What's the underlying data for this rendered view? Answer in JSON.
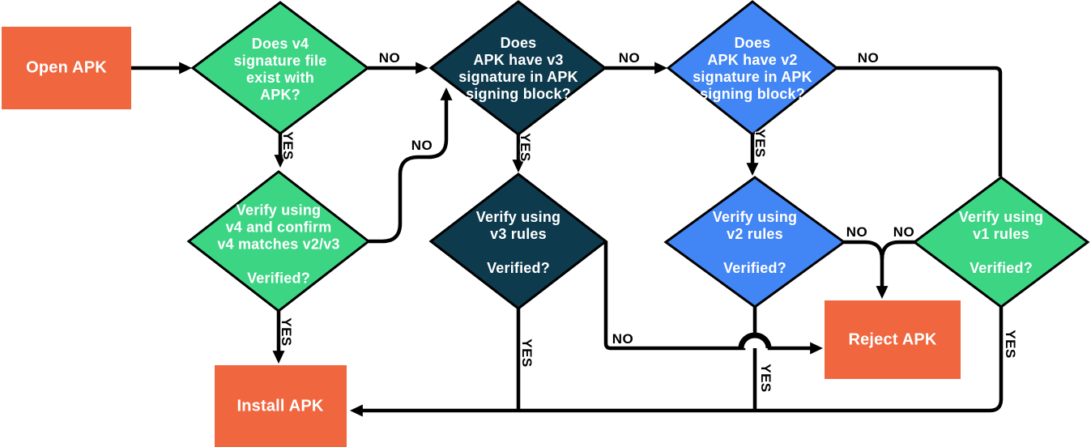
{
  "palette": {
    "process_fill": "#F0663E",
    "decision_green": "#3CD584",
    "decision_navy": "#0D3A4D",
    "decision_blue": "#4285F4",
    "connector": "#000000",
    "node_text": "#FFFFFF",
    "edge_label_text": "#000000",
    "background": "#FFFFFF"
  },
  "nodes": {
    "open_apk": {
      "label": "Open APK"
    },
    "v4_file": {
      "question": "Does v4\nsignature file\nexist with\nAPK?"
    },
    "v3_block": {
      "question": "Does\nAPK have v3\nsignature in APK\nsigning block?"
    },
    "v2_block": {
      "question": "Does\nAPK have v2\nsignature in APK\nsigning block?"
    },
    "verify_v4": {
      "question": "Verify using\nv4 and confirm\nv4 matches v2/v3\n\nVerified?"
    },
    "verify_v3": {
      "question": "Verify using\nv3 rules\n\nVerified?"
    },
    "verify_v2": {
      "question": "Verify using\nv2 rules\n\nVerified?"
    },
    "verify_v1": {
      "question": "Verify using\nv1 rules\n\nVerified?"
    },
    "reject_apk": {
      "label": "Reject APK"
    },
    "install_apk": {
      "label": "Install APK"
    }
  },
  "edges": {
    "v4_file_no": "NO",
    "v4_file_yes": "YES",
    "v3_block_no": "NO",
    "v3_block_yes": "YES",
    "v2_block_no": "NO",
    "v2_block_yes": "YES",
    "verify_v4_no": "NO",
    "verify_v4_yes": "YES",
    "verify_v3_no": "NO",
    "verify_v3_yes": "YES",
    "verify_v2_no": "NO",
    "verify_v2_yes": "YES",
    "verify_v1_no": "NO",
    "verify_v1_yes": "YES"
  }
}
